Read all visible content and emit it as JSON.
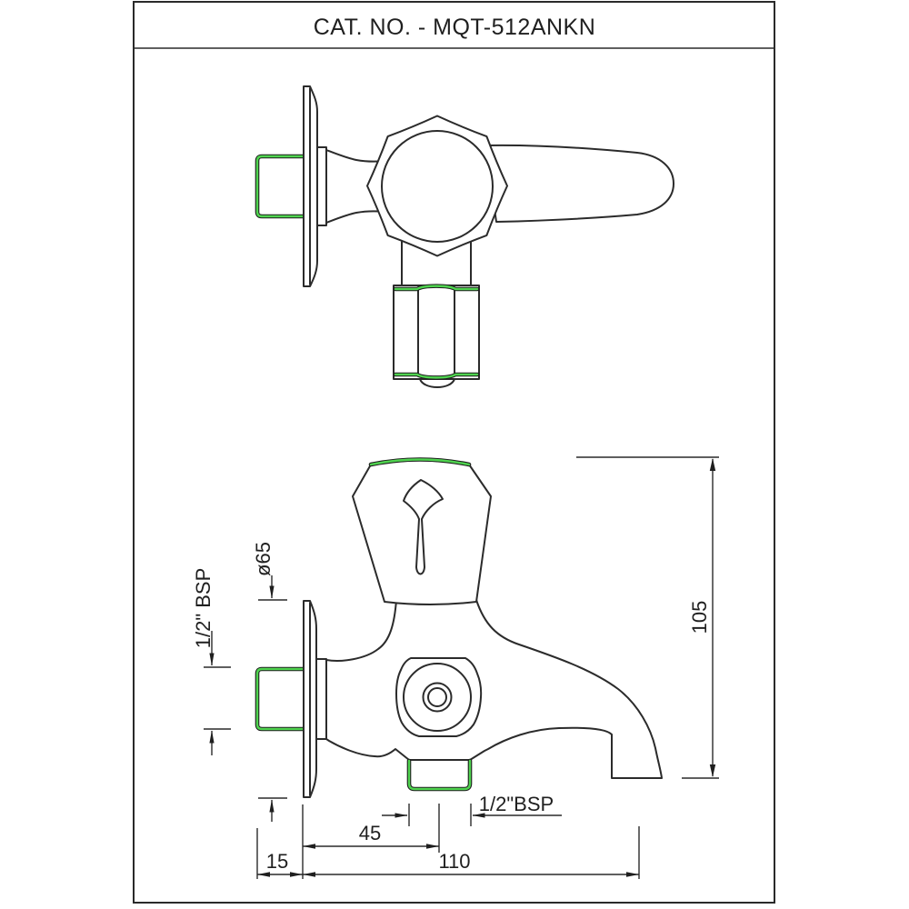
{
  "title": "CAT. NO. - MQT-512ANKN",
  "colors": {
    "line": "#2b2b2b",
    "highlight_green": "#4fd44f",
    "background": "#ffffff"
  },
  "dimensions": {
    "flange_diameter": "ø65",
    "inlet_thread": "1/2\" BSP",
    "overall_height": "105",
    "outlet_center_from_wall": "45",
    "overall_length": "110",
    "thread_projection": "15",
    "outlet_thread": "1/2\"BSP"
  }
}
